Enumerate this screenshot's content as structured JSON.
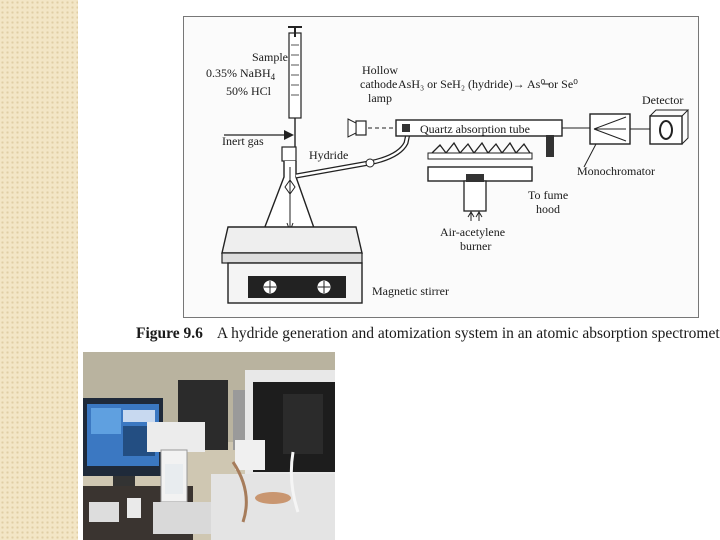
{
  "diagram": {
    "labels": {
      "sample_line1": "Sample",
      "sample_line2_prefix": "0.35% NaBH",
      "sample_line2_sub": "4",
      "sample_line3": "50% HCl",
      "lamp_line1": "Hollow",
      "lamp_line2": "cathode",
      "lamp_line3": "lamp",
      "reaction": "AsH₃ or SeH₂ (hydride)→ As⁰ or Se⁰",
      "detector": "Detector",
      "inert_gas": "Inert gas",
      "hydride": "Hydride",
      "quartz_tube": "Quartz absorption tube",
      "monochromator": "Monochromator",
      "fume_line1": "To fume",
      "fume_line2": "hood",
      "burner_line1": "Air-acetylene",
      "burner_line2": "burner",
      "stirrer": "Magnetic stirrer"
    },
    "caption": {
      "figure_number": "Figure 9.6",
      "text": "A hydride generation and atomization system in an atomic absorption spectrometer"
    }
  }
}
